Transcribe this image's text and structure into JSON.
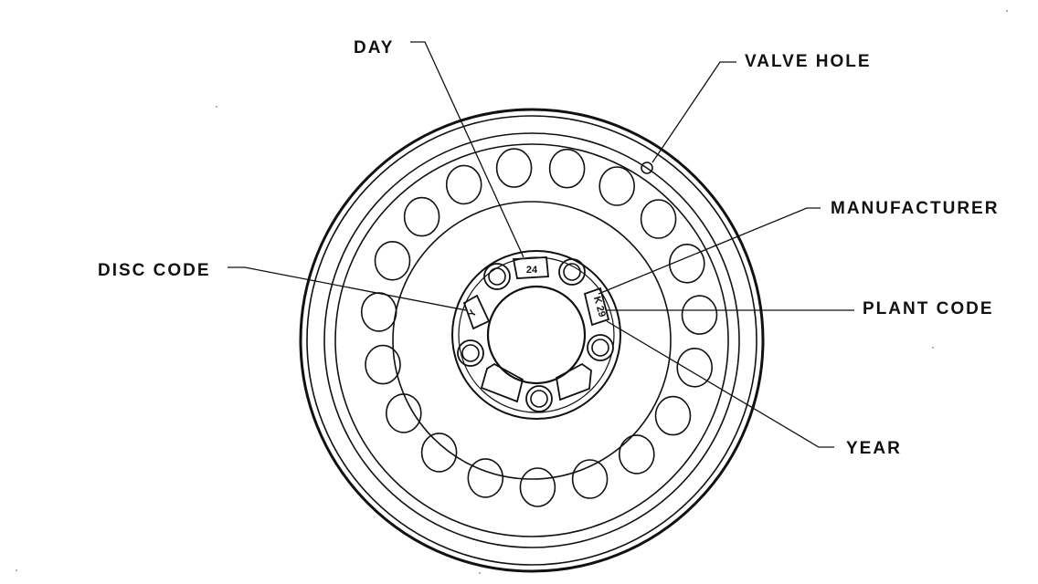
{
  "labels": {
    "day": "DAY",
    "valve_hole": "VALVE HOLE",
    "manufacturer": "MANUFACTURER",
    "disc_code": "DISC CODE",
    "plant_code": "PLANT CODE",
    "year": "YEAR"
  },
  "stamps": {
    "day_value": "24",
    "plant_value": "K 29",
    "disc_value": "Y"
  },
  "colors": {
    "ink": "#111111",
    "background": "#ffffff"
  }
}
